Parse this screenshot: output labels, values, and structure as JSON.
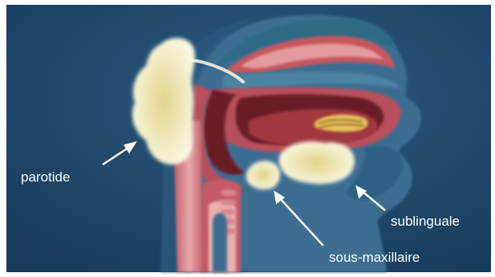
{
  "labels": {
    "parotide": "parotide",
    "sublinguale": "sublinguale",
    "sous_maxillaire": "sous-maxillaire"
  },
  "colors": {
    "background": "#1f4a6e",
    "head_silhouette": "#3c6e92",
    "tissue_red": "#b8505c",
    "tissue_pink": "#e0a0a2",
    "cavity_dark": "#6a1d28",
    "gland": "#f2ecc0",
    "label_text": "#ffffff"
  }
}
